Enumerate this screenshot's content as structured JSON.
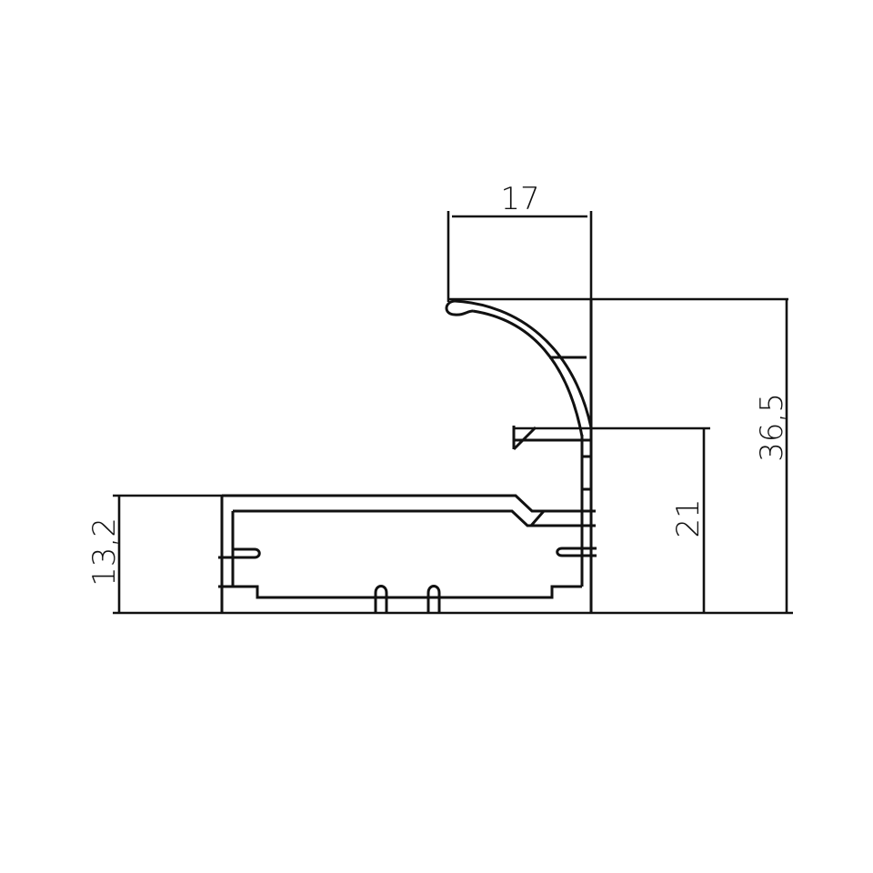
{
  "drawing": {
    "type": "aluminum profile cross-section",
    "line_color": "#111111",
    "background": "#ffffff"
  },
  "dimensions": {
    "width_top": "17",
    "total_height": "36,5",
    "mid_height": "21",
    "base_height": "13,2"
  }
}
